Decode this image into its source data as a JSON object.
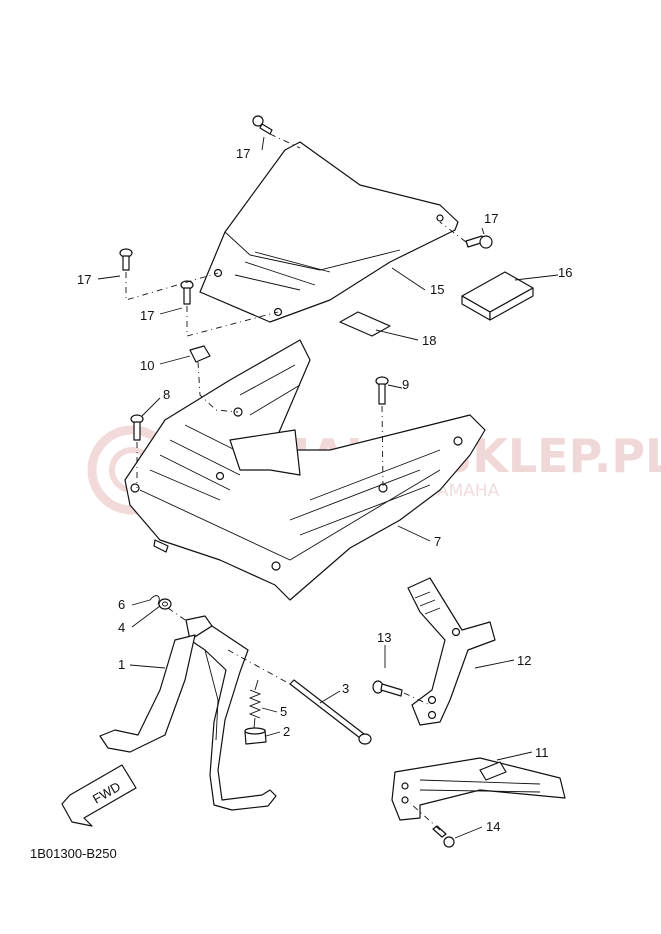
{
  "diagram_code": "1B01300-B250",
  "watermark": {
    "main": "YAMAHA-SKLEP.PL",
    "sub": "AUTORYZOWANY DEALER YAMAHA"
  },
  "fwd_label": "FWD",
  "callouts": {
    "c1": "1",
    "c2": "2",
    "c3": "3",
    "c4": "4",
    "c5": "5",
    "c6": "6",
    "c7": "7",
    "c8": "8",
    "c9": "9",
    "c10": "10",
    "c11": "11",
    "c12": "12",
    "c13": "13",
    "c14": "14",
    "c15": "15",
    "c16": "16",
    "c17a": "17",
    "c17b": "17",
    "c17c": "17",
    "c17d": "17",
    "c18": "18"
  }
}
